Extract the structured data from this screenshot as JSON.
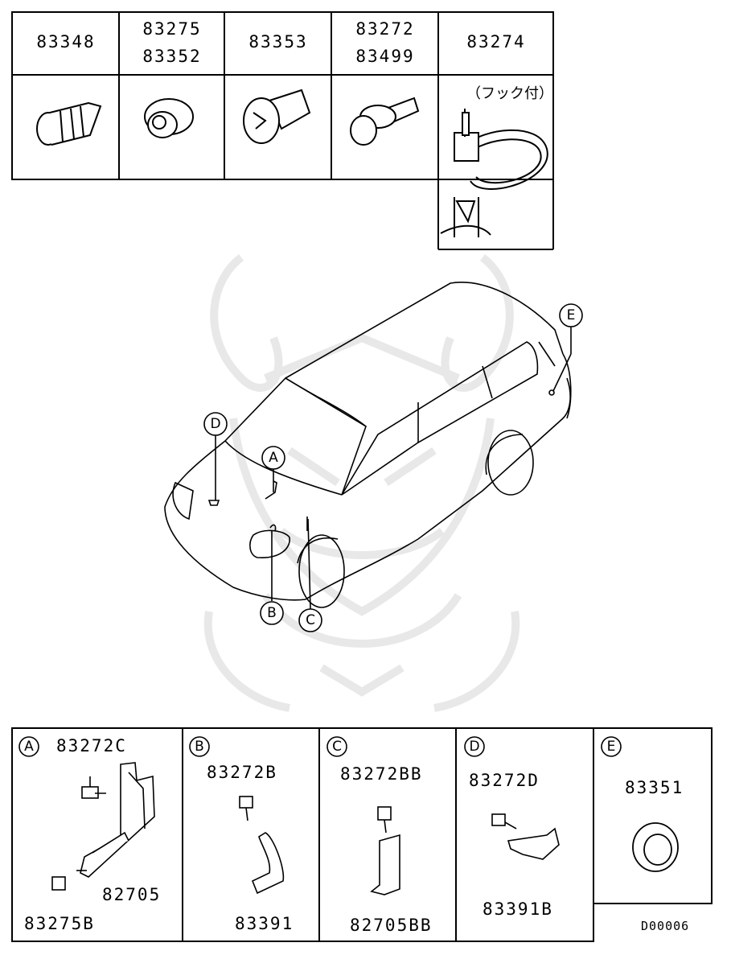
{
  "top_table": {
    "headers": [
      "83348",
      "83275\n83352",
      "83353",
      "83272\n83499",
      "83274"
    ],
    "cells": [
      {
        "lines": [
          "83348"
        ]
      },
      {
        "lines": [
          "83275",
          "83352"
        ]
      },
      {
        "lines": [
          "83353"
        ]
      },
      {
        "lines": [
          "83272",
          "83499"
        ]
      },
      {
        "lines": [
          "83274"
        ]
      }
    ],
    "hook_note": "（フック付）"
  },
  "callouts": {
    "A": "A",
    "B": "B",
    "C": "C",
    "D": "D",
    "E": "E"
  },
  "detail_panels": [
    {
      "letter": "A",
      "parts": [
        "83272C",
        "82705",
        "83275B"
      ]
    },
    {
      "letter": "B",
      "parts": [
        "83272B",
        "83391"
      ]
    },
    {
      "letter": "C",
      "parts": [
        "83272BB",
        "82705BB"
      ]
    },
    {
      "letter": "D",
      "parts": [
        "83272D",
        "83391B"
      ]
    },
    {
      "letter": "E",
      "parts": [
        "83351"
      ]
    }
  ],
  "doc_id": "D00006"
}
